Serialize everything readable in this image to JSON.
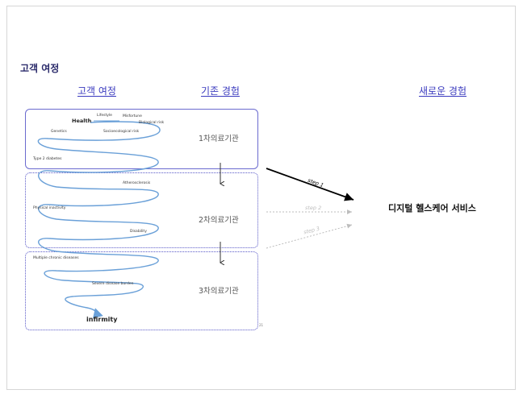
{
  "title": "고객 여정",
  "columns": {
    "journey": "고객 여정",
    "existing": "기존 경험",
    "new": "새로운 경험"
  },
  "institutions": [
    "1차의료기관",
    "2차의료기관",
    "3차의료기관"
  ],
  "service": "디지털 헬스케어 서비스",
  "steps": [
    "step 1",
    "step 2",
    "step 3"
  ],
  "spiral_labels": {
    "health": "Health",
    "lifestyle": "Lifestyle",
    "misfortune": "Misfortune",
    "biological_risk": "Biological risk",
    "genetics": "Genetics",
    "socioecological_risk": "Socioecological risk",
    "type2_diabetes": "Type 2 diabetes",
    "atherosclerosis": "Atherosclerosis",
    "physical_inactivity": "Physical inactivity",
    "disability": "Disability",
    "multiple_chronic": "Multiple chronic diseases",
    "severe_burden": "Severe disease burden",
    "infirmity": "infirmity"
  },
  "page_number": "21",
  "colors": {
    "title": "#2b2b6b",
    "column_heading": "#3b3bbf",
    "box_border": "#5a5ac8",
    "spiral": "#6aa0d8",
    "step1_arrow": "#000000",
    "faded_arrow": "#bdbdbd"
  }
}
